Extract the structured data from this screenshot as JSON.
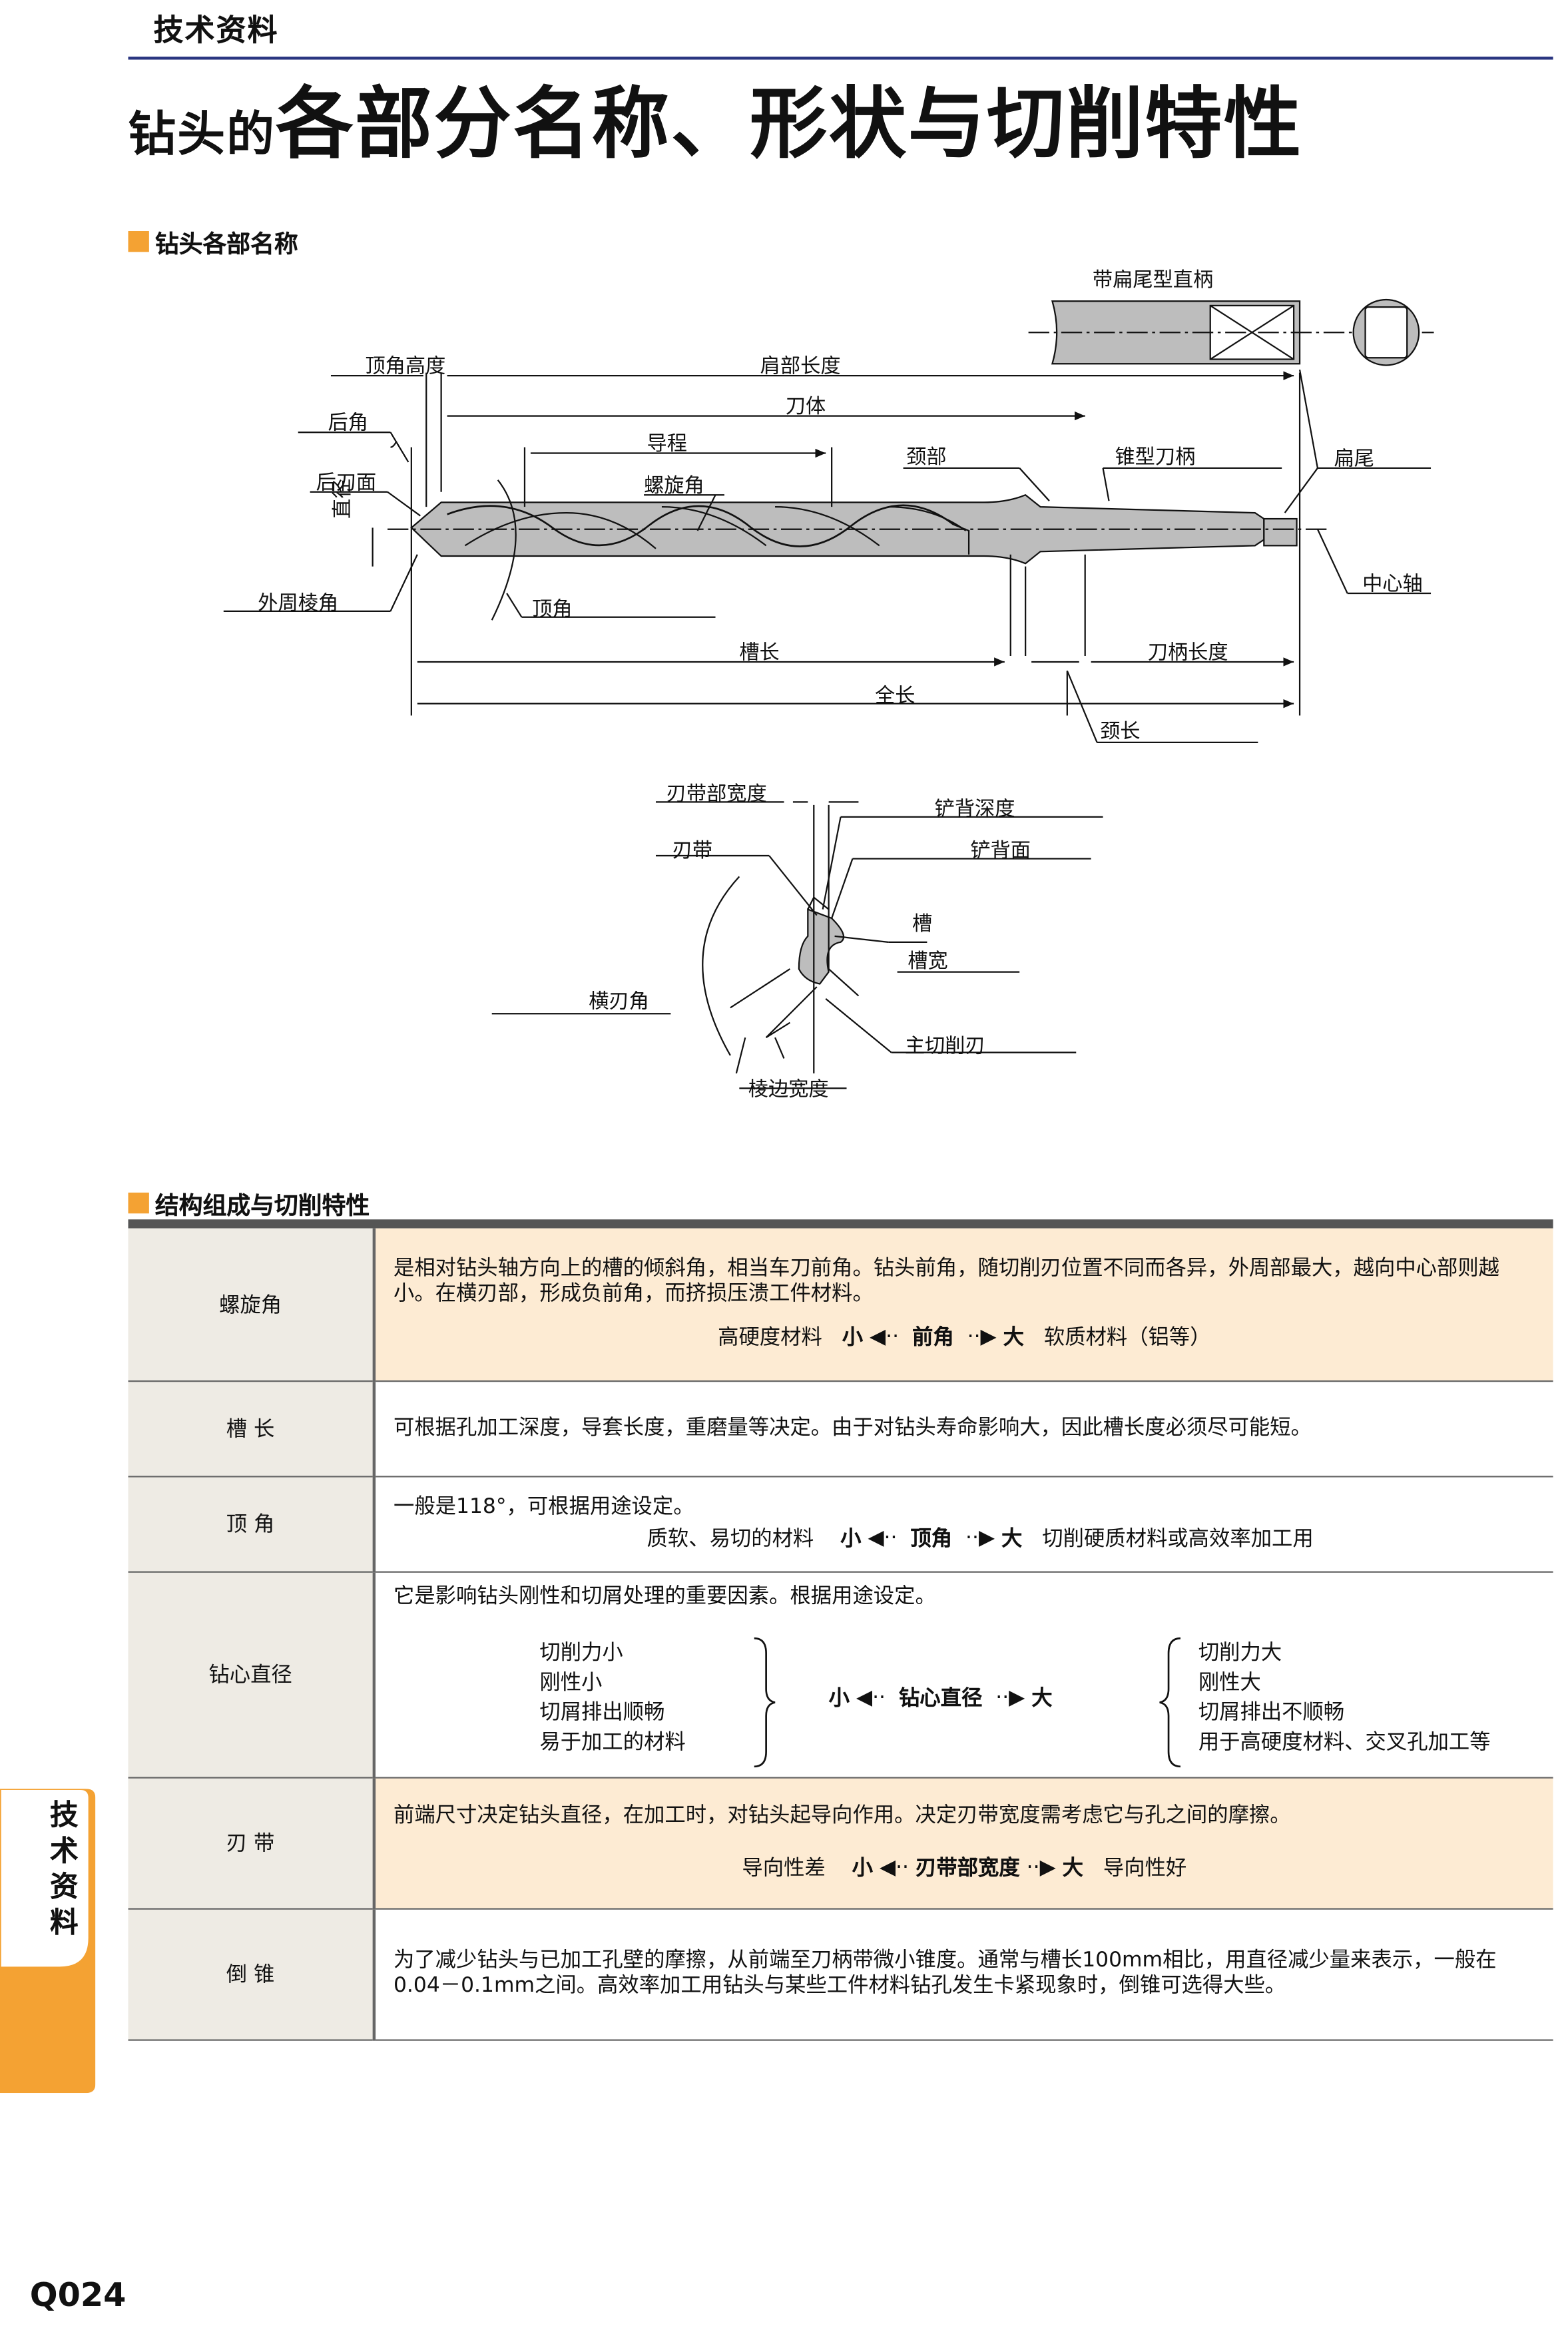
{
  "header": {
    "category": "技术资料"
  },
  "title": {
    "lead": "钻头的",
    "main": "各部分名称、形状与切削特性"
  },
  "section1": {
    "heading": "钻头各部名称"
  },
  "diagram1": {
    "labels": {
      "shank_flat": "带扁尾型直柄",
      "point_height": "顶角高度",
      "shoulder_length": "肩部长度",
      "body": "刀体",
      "clearance_angle": "后角",
      "lead": "导程",
      "neck": "颈部",
      "taper_shank": "锥型刀柄",
      "tang": "扁尾",
      "flank": "后刀面",
      "helix_angle": "螺旋角",
      "diameter": "直径",
      "center_axis": "中心轴",
      "outer_corner": "外周棱角",
      "point_angle": "顶角",
      "flute_length": "槽长",
      "shank_length": "刀柄长度",
      "overall_length": "全长",
      "neck_length": "颈长"
    }
  },
  "diagram2": {
    "labels": {
      "margin_width": "刃带部宽度",
      "body_clearance_depth": "铲背深度",
      "margin": "刃带",
      "body_clearance": "铲背面",
      "flute": "槽",
      "flute_width": "槽宽",
      "chisel_edge_angle": "横刃角",
      "main_cutting_edge": "主切削刃",
      "land_width": "棱边宽度"
    }
  },
  "section2": {
    "heading": "结构组成与切削特性"
  },
  "rows": {
    "helix": {
      "name": "螺旋角",
      "desc": "是相对钻头轴方向上的槽的倾斜角，相当车刀前角。钻头前角，随切削刃位置不同而各异，外周部最大，越向中心部则越小。在横刃部，形成负前角，而挤损压溃工件材料。",
      "left": "高硬度材料",
      "small": "小",
      "center": "前角",
      "large": "大",
      "right": "软质材料（铝等）"
    },
    "flute_length": {
      "name": "槽 长",
      "desc": "可根据孔加工深度，导套长度，重磨量等决定。由于对钻头寿命影响大，因此槽长度必须尽可能短。"
    },
    "point_angle": {
      "name": "顶 角",
      "desc": "一般是118°，可根据用途设定。",
      "left": "质软、易切的材料",
      "small": "小",
      "center": "顶角",
      "large": "大",
      "right": "切削硬质材料或高效率加工用"
    },
    "web": {
      "name": "钻心直径",
      "desc": "它是影响钻头刚性和切屑处理的重要因素。根据用途设定。",
      "left_items": [
        "切削力小",
        "刚性小",
        "切屑排出顺畅",
        "易于加工的材料"
      ],
      "small": "小",
      "center": "钻心直径",
      "large": "大",
      "right_items": [
        "切削力大",
        "刚性大",
        "切屑排出不顺畅",
        "用于高硬度材料、交叉孔加工等"
      ]
    },
    "margin": {
      "name": "刃 带",
      "desc": "前端尺寸决定钻头直径，在加工时，对钻头起导向作用。决定刃带宽度需考虑它与孔之间的摩擦。",
      "left": "导向性差",
      "small": "小",
      "center": "刃带部宽度",
      "large": "大",
      "right": "导向性好"
    },
    "back_taper": {
      "name": "倒 锥",
      "desc": "为了减少钻头与已加工孔壁的摩擦，从前端至刀柄带微小锥度。通常与槽长100mm相比，用直径减少量来表示，一般在0.04－0.1mm之间。高效率加工用钻头与某些工件材料钻孔发生卡紧现象时，倒锥可选得大些。"
    }
  },
  "side_tab": {
    "label": "技术资料"
  },
  "footer": {
    "page": "Q024"
  },
  "colors": {
    "accent": "#f4a233",
    "rule": "#2a3580",
    "row_highlight": "#fdebd3",
    "name_cell": "#eeebe4"
  }
}
